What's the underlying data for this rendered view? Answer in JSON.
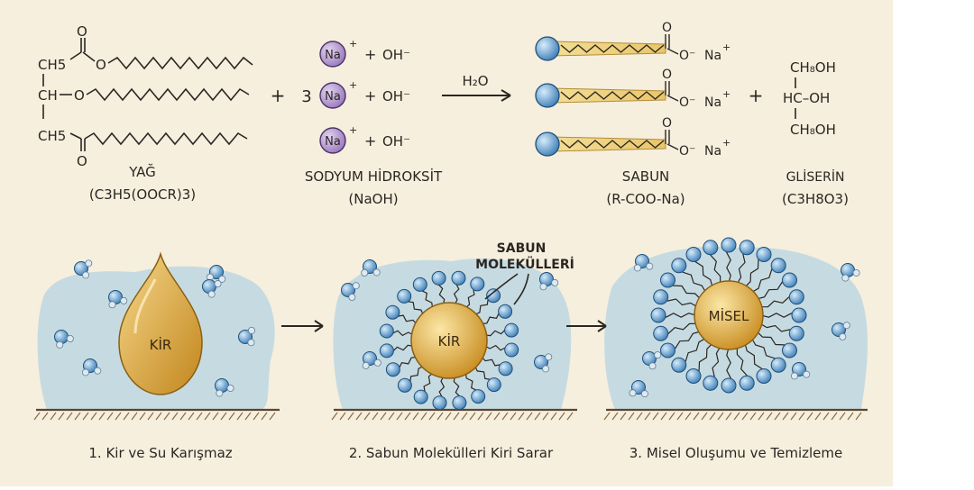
{
  "colors": {
    "paper": "#f6efde",
    "ink": "#2b2622",
    "water_blue": "#8fbfdc",
    "molecule_blue": "#4d8fc4",
    "sodium_purple": "#b79ad0",
    "dirt_gold": "#d9a83a",
    "ground_brown": "#8a6a45"
  },
  "reaction": {
    "fat": {
      "row1_group": "CH5",
      "row1_ester_o": "O",
      "row1_carbonyl_o": "O",
      "row2_group": "CH",
      "row2_o": "O",
      "row3_group": "CH5",
      "row3_carbonyl_o": "O",
      "label": "YAĞ",
      "formula": "(C3H5(OOCR)3)"
    },
    "plus_1": "+",
    "coefficient": "3",
    "sodium": {
      "ion": "Na",
      "charge": "+",
      "plus": "+",
      "hydroxide": "OH⁻"
    },
    "naoh_label": "SODYUM HİDROKSİT",
    "naoh_formula": "(NaOH)",
    "arrow_label": "H₂O",
    "soap": {
      "carboxyl_o": "O",
      "anion": "O⁻",
      "cation": "Na",
      "charge": "+",
      "label": "SABUN",
      "formula": "(R-COO-Na)"
    },
    "plus_2": "+",
    "glycerin": {
      "top": "CH₈OH",
      "middle": "HC–OH",
      "bottom": "CH₈OH",
      "label": "GLİSERİN",
      "formula": "(C3H8O3)"
    }
  },
  "stages": {
    "stage1": {
      "dirt_label": "KİR",
      "caption": "1. Kir ve Su Karışmaz"
    },
    "stage2": {
      "dirt_label": "KİR",
      "callout_line1": "SABUN",
      "callout_line2": "MOLEKÜLLERİ",
      "caption": "2. Sabun Molekülleri Kiri Sarar"
    },
    "stage3": {
      "micelle_label": "MİSEL",
      "caption": "3. Misel Oluşumu ve Temizleme"
    }
  }
}
